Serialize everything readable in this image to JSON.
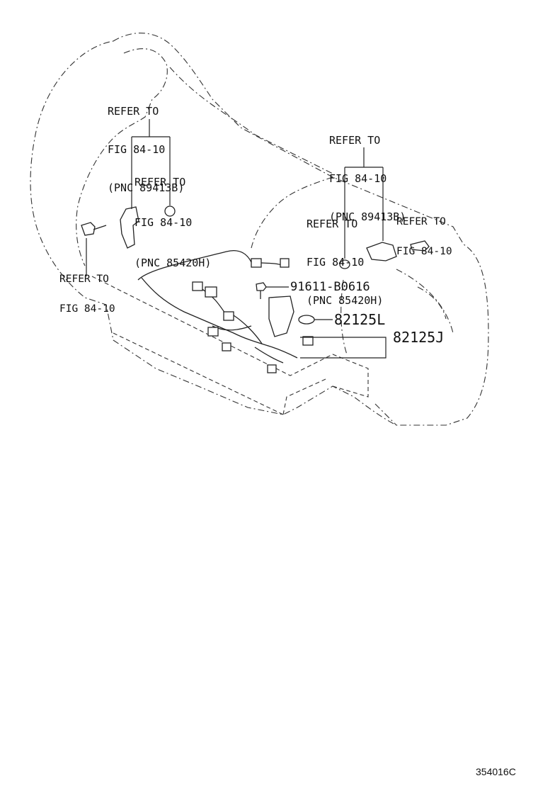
{
  "diagram": {
    "refs": {
      "ref_top_left": [
        "REFER TO",
        "FIG 84-10",
        "(PNC 89413B)"
      ],
      "ref_mid_left": [
        "REFER TO",
        "FIG 84-10",
        "(PNC 85420H)"
      ],
      "ref_top_right": [
        "REFER TO",
        "FIG 84-10",
        "(PNC 89413B)"
      ],
      "ref_mid_right": [
        "REFER TO",
        "FIG 84-10",
        "(PNC 85420H)"
      ],
      "ref_side_right": [
        "REFER TO",
        "FIG 84-10"
      ],
      "ref_bottom_left": [
        "REFER TO",
        "FIG 84-10"
      ]
    },
    "part_numbers": {
      "bolt": "91611-B0616",
      "gasket": "82125L",
      "harness": "82125J"
    },
    "illustration_id": "354016C"
  }
}
